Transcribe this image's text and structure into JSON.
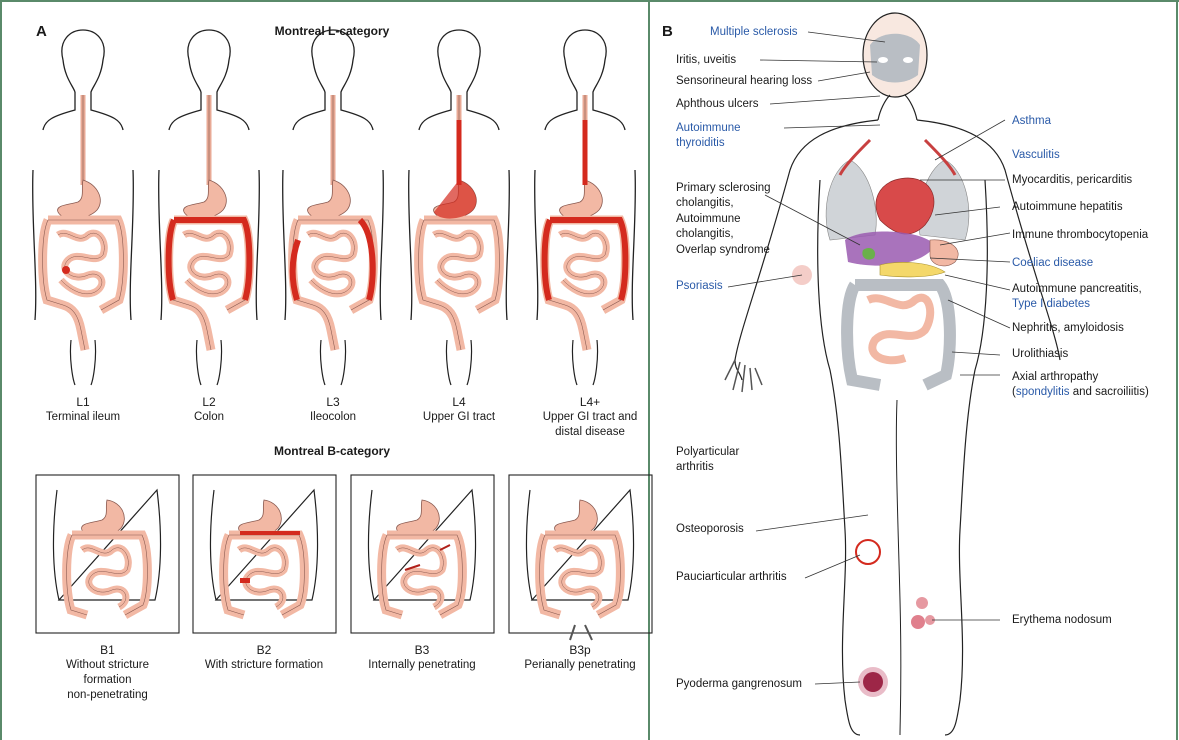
{
  "panelA": {
    "letter": "A",
    "l_title": "Montreal L-category",
    "l_items": [
      {
        "code": "L1",
        "desc": "Terminal ileum"
      },
      {
        "code": "L2",
        "desc": "Colon"
      },
      {
        "code": "L3",
        "desc": "Ileocolon"
      },
      {
        "code": "L4",
        "desc": "Upper GI tract"
      },
      {
        "code": "L4+",
        "desc": "Upper GI tract and",
        "desc2": "distal disease"
      }
    ],
    "b_title": "Montreal B-category",
    "b_items": [
      {
        "code": "B1",
        "desc": "Without stricture",
        "desc2": "formation",
        "desc3": "non-penetrating"
      },
      {
        "code": "B2",
        "desc": "With stricture formation"
      },
      {
        "code": "B3",
        "desc": "Internally penetrating"
      },
      {
        "code": "B3p",
        "desc": "Perianally penetrating"
      }
    ]
  },
  "panelB": {
    "letter": "B",
    "labels": {
      "ms": "Multiple sclerosis",
      "iritis": "Iritis, uveitis",
      "hearing": "Sensorineural hearing loss",
      "aphthous": "Aphthous ulcers",
      "thyroid1": "Autoimmune",
      "thyroid2": "thyroiditis",
      "psc1": "Primary sclerosing",
      "psc2": "cholangitis,",
      "psc3": "Autoimmune",
      "psc4": "cholangitis,",
      "psc5": "Overlap syndrome",
      "psoriasis": "Psoriasis",
      "poly1": "Polyarticular",
      "poly2": "arthritis",
      "osteo": "Osteoporosis",
      "pauci": "Pauciarticular arthritis",
      "pyoderma": "Pyoderma gangrenosum",
      "asthma": "Asthma",
      "vasculitis": "Vasculitis",
      "myo": "Myocarditis, pericarditis",
      "aih": "Autoimmune hepatitis",
      "itp": "Immune thrombocytopenia",
      "coeliac": "Coeliac disease",
      "panc": "Autoimmune pancreatitis,",
      "t1d": "Type I diabetes",
      "nephritis": "Nephritis, amyloidosis",
      "uro": "Urolithiasis",
      "axial1": "Axial arthropathy",
      "axial2a": "(",
      "axial2b": "spondylitis",
      "axial2c": " and sacroiliitis)",
      "erythema": "Erythema nodosum"
    },
    "colors": {
      "blue_label": "#2a5aa8",
      "inflammation": "#d42a1e",
      "skin": "#f4d8c8",
      "organ_grey": "#b9bec4"
    }
  }
}
